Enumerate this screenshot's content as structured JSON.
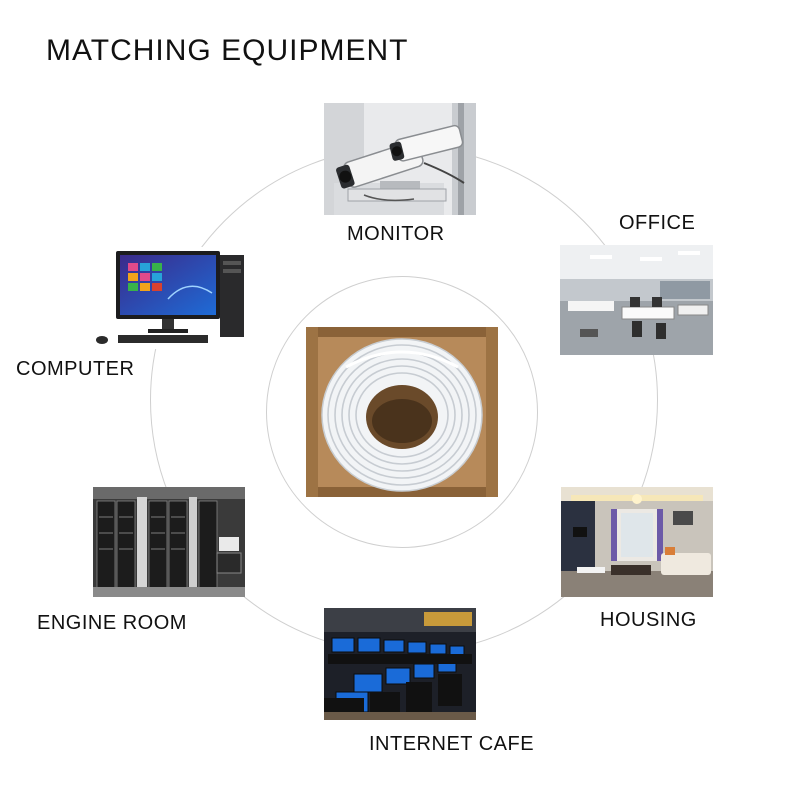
{
  "page": {
    "title": "MATCHING EQUIPMENT"
  },
  "items": {
    "monitor": {
      "label": "MONITOR",
      "icon": "cctv-camera-icon"
    },
    "office": {
      "label": "OFFICE",
      "icon": "office-room-icon"
    },
    "computer": {
      "label": "COMPUTER",
      "icon": "desktop-computer-icon"
    },
    "engine_room": {
      "label": "ENGINE ROOM",
      "icon": "server-room-icon"
    },
    "housing": {
      "label": "HOUSING",
      "icon": "living-room-icon"
    },
    "internet_cafe": {
      "label": "INTERNET CAFE",
      "icon": "internet-cafe-icon"
    }
  },
  "center": {
    "icon": "cable-box-icon"
  },
  "colors": {
    "ring": "#cfcfcf",
    "text": "#111111",
    "background": "#ffffff",
    "cable": "#f2f4f6",
    "box": "#b78a5a"
  }
}
